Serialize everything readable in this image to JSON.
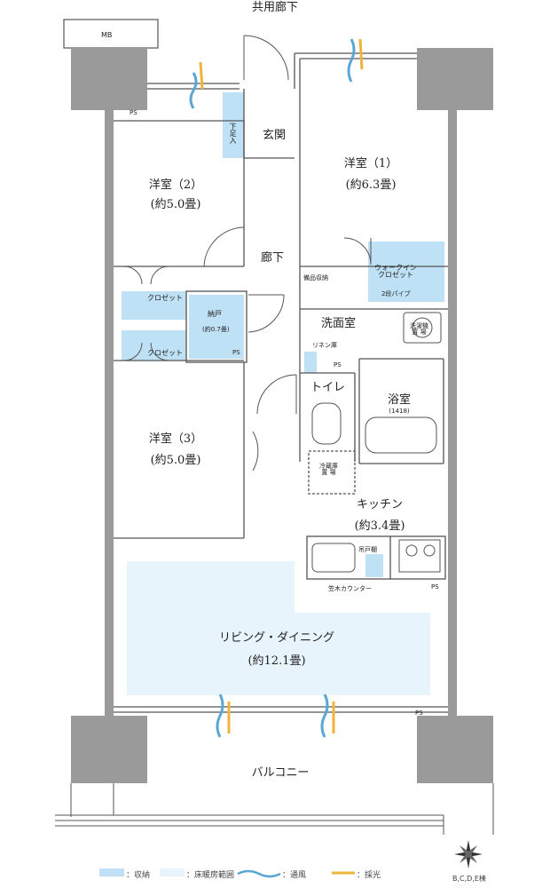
{
  "header": {
    "corridor": "共用廊下"
  },
  "rooms": {
    "western_room_1": {
      "name": "洋室（1）",
      "size": "(約6.3畳)"
    },
    "western_room_2": {
      "name": "洋室（2）",
      "size": "(約5.0畳)"
    },
    "western_room_3": {
      "name": "洋室（3）",
      "size": "(約5.0畳)"
    },
    "entrance": "玄関",
    "hallway": "廊下",
    "washroom": "洗面室",
    "toilet": "トイレ",
    "bathroom": {
      "name": "浴室",
      "size": "(1418)"
    },
    "kitchen": {
      "name": "キッチン",
      "size": "(約3.4畳)"
    },
    "living_dining": {
      "name": "リビング・ダイニング",
      "size": "(約12.1畳)"
    },
    "balcony": "バルコニー",
    "storeroom": {
      "name": "納戸",
      "size": "(約0.7畳)"
    }
  },
  "fixtures": {
    "mb": "MB",
    "ps": "PS",
    "shoe_box": "下足入",
    "closet": "クロゼット",
    "walk_in_closet": "ウォークイン\nクロゼット",
    "pipe": "2段パイプ",
    "supply_storage": "備品収納",
    "linen_storage": "リネン庫",
    "washing_machine": "洗濯機\n置 場",
    "fridge": "冷蔵庫\n置 場",
    "hanging_cabinet": "吊戸棚",
    "counter": "笠木カウンター",
    "cabinet": "吊戸棚"
  },
  "legend": {
    "storage": "：収納",
    "floor_heating": "：床暖房範囲",
    "ventilation": "：通風",
    "daylight": "：採光"
  },
  "building": "B,C,D,E棟",
  "colors": {
    "storage": "#bfe1f5",
    "floor_heating": "#e8f4fc",
    "column": "#9a9a9a",
    "wall": "#555555",
    "wind": "#5aa7d6",
    "light": "#f0b43a"
  }
}
